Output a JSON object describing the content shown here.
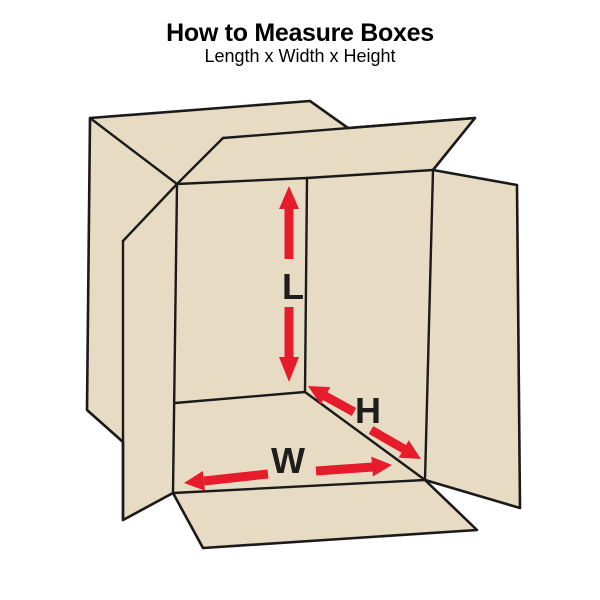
{
  "colors": {
    "background": "#ffffff",
    "cardboard": "#e7dcc3",
    "outline": "#1a1a1a",
    "arrow": "#e61b2b",
    "label": "#1d1d1d",
    "text": "#000000"
  },
  "header": {
    "title": "How to Measure Boxes",
    "subtitle": "Length x Width x Height"
  },
  "diagram": {
    "description": "Open cardboard box shown in perspective with measurement arrows",
    "labels": {
      "length": "L",
      "width": "W",
      "height": "H"
    }
  }
}
